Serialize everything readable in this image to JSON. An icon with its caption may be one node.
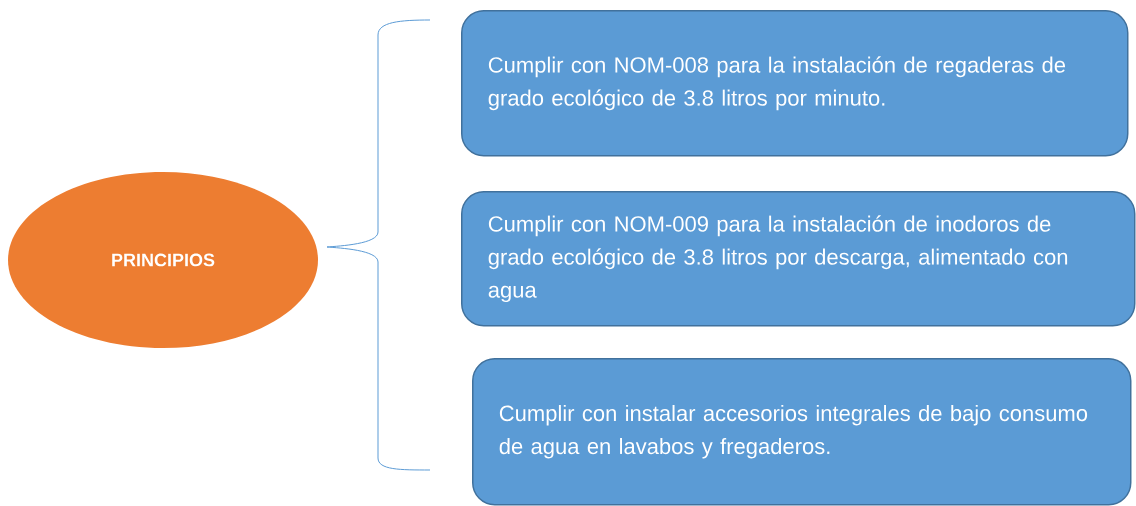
{
  "diagram": {
    "nodes": [
      {
        "text": [
          "PRINCIPIOS"
        ]
      },
      {
        "text": [
          "Cumplir con NOM-008 para la instalación de regaderas de grado ecológico de 3.8 litros por minuto."
        ]
      },
      {
        "text": [
          "Cumplir con NOM-009 para la instalación de inodoros de grado ecológico de 3.8 litros por descarga, alimentado con agua"
        ]
      },
      {
        "text": [
          "Cumplir con instalar accesorios integrales de bajo consumo de agua en lavabos y fregaderos."
        ]
      }
    ]
  }
}
